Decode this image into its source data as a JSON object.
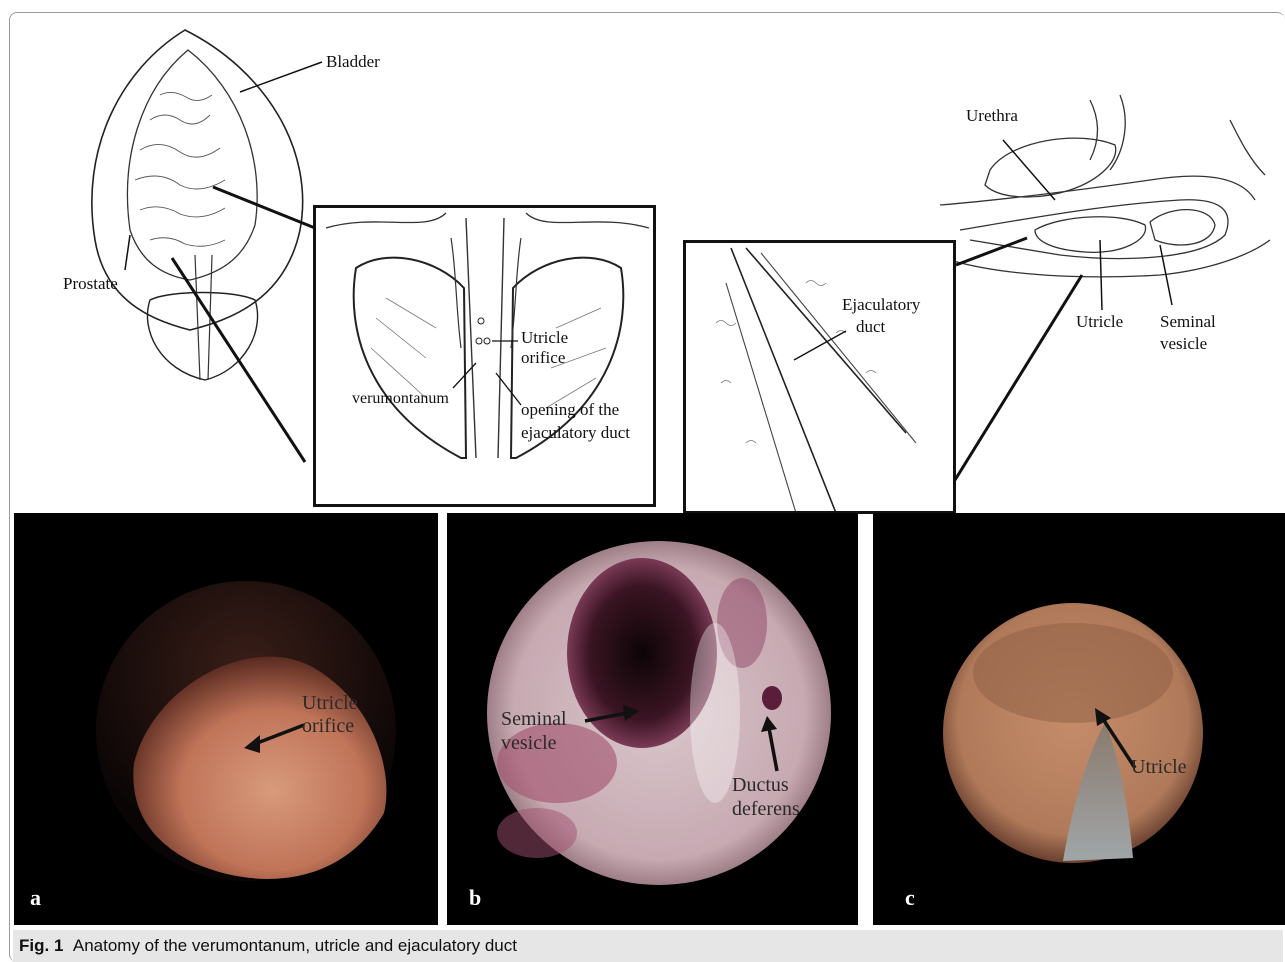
{
  "figure": {
    "number": "Fig. 1",
    "caption": "Anatomy of the verumontanum, utricle and ejaculatory duct"
  },
  "drawing": {
    "bladder": "Bladder",
    "prostate": "Prostate",
    "utricle_orifice_line1": "Utricle",
    "utricle_orifice_line2": "orifice",
    "verumontanum": "verumontanum",
    "opening_line1": "opening of the",
    "opening_line2": "ejaculatory duct",
    "ejaculatory_line1": "Ejaculatory",
    "ejaculatory_line2": "duct",
    "urethra": "Urethra",
    "utricle": "Utricle",
    "seminal_line1": "Seminal",
    "seminal_line2": "vesicle"
  },
  "photos": {
    "a": {
      "letter": "a",
      "label_line1": "Utricle",
      "label_line2": "orifice",
      "view_color": "#c98064"
    },
    "b": {
      "letter": "b",
      "label_left_line1": "Seminal",
      "label_left_line2": "vesicle",
      "label_right_line1": "Ductus",
      "label_right_line2": "deferens",
      "view_color": "#cfb2b8"
    },
    "c": {
      "letter": "c",
      "label_line1": "Utricle",
      "view_color": "#b98462"
    }
  }
}
